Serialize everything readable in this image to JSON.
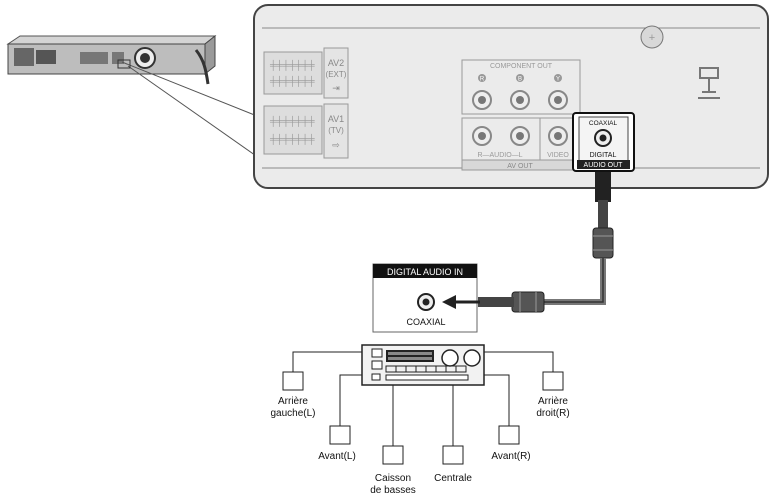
{
  "panel": {
    "av2_label": "AV2",
    "av2_sub": "(EXT)",
    "av1_label": "AV1",
    "av1_sub": "(TV)",
    "component_out_label": "COMPONENT OUT",
    "component_jacks": [
      "R",
      "B",
      "Y"
    ],
    "av_out_label": "AV OUT",
    "audio_label": "R—AUDIO—L",
    "video_label": "VIDEO",
    "coaxial_label": "COAXIAL",
    "digital_audio_out_line1": "DIGITAL",
    "digital_audio_out_line2": "AUDIO OUT"
  },
  "receiver_input": {
    "header": "DIGITAL AUDIO IN",
    "jack_label": "COAXIAL"
  },
  "speakers": {
    "rear_left_line1": "Arrière",
    "rear_left_line2": "gauche(L)",
    "rear_right_line1": "Arrière",
    "rear_right_line2": "droit(R)",
    "front_left": "Avant(L)",
    "front_right": "Avant(R)",
    "subwoofer_line1": "Caisson",
    "subwoofer_line2": "de basses",
    "center": "Centrale"
  }
}
